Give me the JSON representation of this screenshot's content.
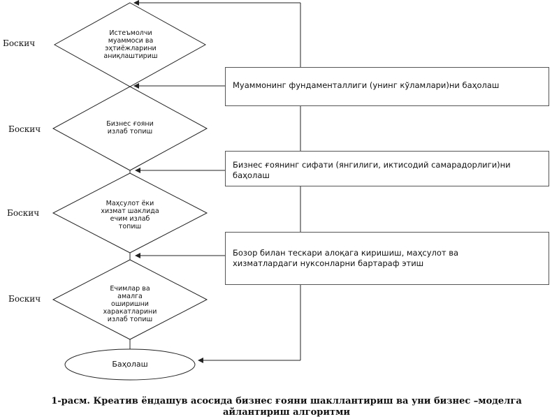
{
  "stages": [
    {
      "label": "Боскич",
      "text": "Истеъмолчи муаммоси ва эҳтиёжларини аниқлаштириш"
    },
    {
      "label": "Боскич",
      "text": "Бизнес ғояни излаб топиш"
    },
    {
      "label": "Боскич",
      "text": "Маҳсулот ёки хизмат шаклида ечим излаб топиш"
    },
    {
      "label": "Боскич",
      "text": "Ечимлар ва амалга оширишни харакатларини излаб топиш"
    }
  ],
  "feedback_boxes": [
    {
      "line1": "Муаммонинг фундаменталлиги (унинг кўламлари)ни баҳолаш",
      "line2": ""
    },
    {
      "line1": "Бизнес ғоянинг сифати (янгилиги, иктисодий самарадорлиги)ни",
      "line2": "баҳолаш"
    },
    {
      "line1": "Бозор билан тескари алоқага киришиш, маҳсулот ва",
      "line2": "хизматлардаги нуксонларни бартараф этиш"
    }
  ],
  "final_step": "Баҳолаш",
  "caption": {
    "line1": "1-расм. Креатив ёндашув асосида бизнес ғояни шакллантириш ва уни бизнес –моделга",
    "line2": "айлантириш алгоритми"
  }
}
